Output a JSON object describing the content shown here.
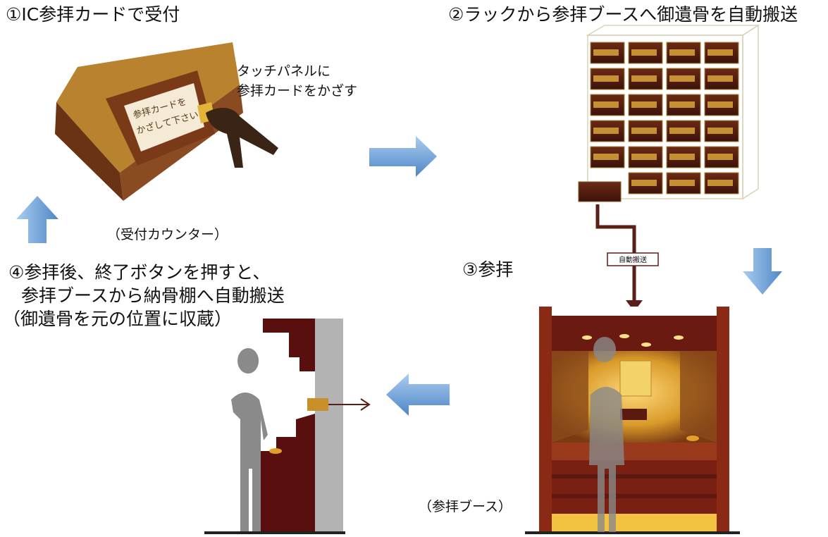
{
  "steps": {
    "step1": {
      "title": "①IC参拝カードで受付"
    },
    "step2": {
      "title": "②ラックから参拝ブースへ御遺骨を自動搬送"
    },
    "step3": {
      "title": "③参拝"
    },
    "step4": {
      "line1": "④参拝後、終了ボタンを押すと、",
      "line2": "参拝ブースから納骨棚へ自動搬送",
      "line3": "（御遺骨を元の位置に収蔵）"
    }
  },
  "labels": {
    "touch_panel_line1": "タッチパネルに",
    "touch_panel_line2": "参拝カードをかざす",
    "counter": "（受付カウンター）",
    "booth": "（参拝ブース）",
    "auto_transport": "自動搬送"
  },
  "card_screen": {
    "line1": "参拝カードを",
    "line2": "かざして下さい"
  },
  "colors": {
    "arrow_fill": "#6fa3d8",
    "wood_dark": "#5a1f16",
    "wood_mid": "#8a4a22",
    "gold": "#d9a43a"
  }
}
